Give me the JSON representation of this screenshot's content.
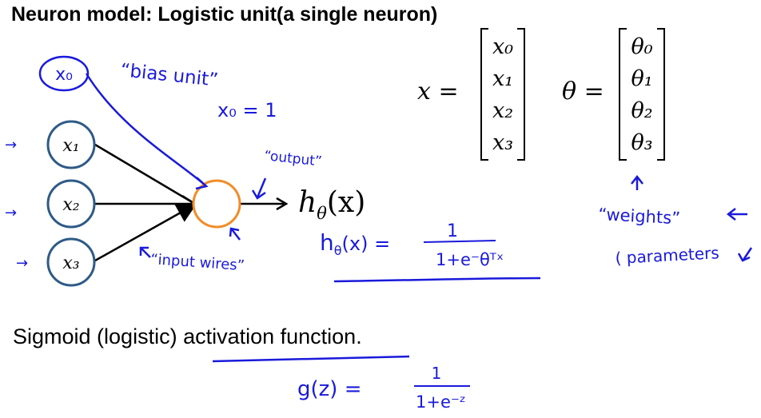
{
  "title": "Neuron model: Logistic unit(a single neuron)",
  "caption": {
    "before": "Sigmoid (logistic) ",
    "underlined": "activation function",
    "after": "."
  },
  "nodes": {
    "bias": "x₀",
    "x1": "x₁",
    "x2": "x₂",
    "x3": "x₃"
  },
  "output_label": {
    "h": "h",
    "sub": "θ",
    "arg": "(x)"
  },
  "vector_x": {
    "lhs": "x =",
    "entries": [
      "x₀",
      "x₁",
      "x₂",
      "x₃"
    ]
  },
  "vector_theta": {
    "lhs": "θ =",
    "entries": [
      "θ₀",
      "θ₁",
      "θ₂",
      "θ₃"
    ]
  },
  "annotations": {
    "bias_unit": "“bias unit”",
    "x0_equals": "x₀ = 1",
    "output": "“output”",
    "input_wires": "“input wires”",
    "weights": "“weights”",
    "parameters": "( parameters",
    "h_formula_lhs": "h",
    "h_formula_sub": "θ",
    "h_formula_arg": "(x) =",
    "h_formula_num": "1",
    "h_formula_den": "1+e⁻θᵀˣ",
    "g_formula_lhs": "g(z) =",
    "g_formula_num": "1",
    "g_formula_den": "1+e⁻ᶻ"
  },
  "colors": {
    "node_stroke": "#2e5a87",
    "output_stroke": "#f28c28",
    "ink_blue": "#1a1adb",
    "text": "#000000"
  }
}
